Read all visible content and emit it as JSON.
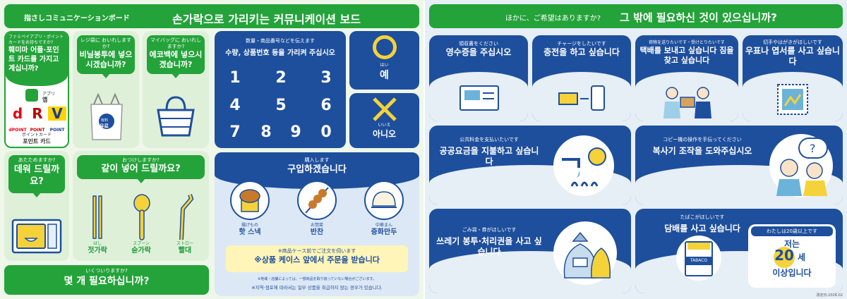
{
  "left": {
    "header": {
      "jp": "指さしコミュニケーションボード",
      "ko": "손가락으로 가리키는 커뮤니케이션 보드"
    },
    "points_card": {
      "jp": "ファミペイアプリ・ポイントカードをお持ちですか?",
      "ko": "훼미마 어플·포인트 카드를 가지고 계십니까?",
      "app_jp": "アプリ",
      "app_ko": "앱",
      "dpoint": "dPOINT",
      "rpoint": "POINT",
      "vpoint": "POINT",
      "pc_jp": "ポイントカード",
      "pc_ko": "포인트 카드"
    },
    "bag_card": {
      "jp": "レジ袋に おいれしますか?",
      "ko": "비닐봉투에 넣으시겠습니까?",
      "bag_jp": "有料",
      "bag_ko": "유료"
    },
    "mybag_card": {
      "jp": "マイバッグに おいれしますか?",
      "ko": "에코백에 넣으시겠습니까?"
    },
    "warm_card": {
      "jp": "あたためますか?",
      "ko": "데워 드릴까요?"
    },
    "utensils_card": {
      "jp": "おつけしますか?",
      "ko": "같이 넣어 드릴까요?",
      "items": [
        {
          "jp": "はし",
          "ko": "젓가락"
        },
        {
          "jp": "スプーン",
          "ko": "숟가락"
        },
        {
          "jp": "ストロー",
          "ko": "빨대"
        }
      ]
    },
    "howmany_card": {
      "jp": "いくついりますか?",
      "ko": "몇 개 필요하십니까?"
    },
    "numbers_card": {
      "jp": "数量・商品番号などを伝えます",
      "ko": "수량, 상품번호 등을 가리켜 주십시오",
      "digits": [
        "1",
        "2",
        "3",
        "4",
        "5",
        "6",
        "7",
        "8",
        "9",
        "0"
      ]
    },
    "yes": {
      "jp": "はい",
      "ko": "예"
    },
    "no": {
      "jp": "いいえ",
      "ko": "아니오"
    },
    "buy_card": {
      "jp": "購入します",
      "ko": "구입하겠습니다",
      "items": [
        {
          "jp": "揚げもの",
          "ko": "핫 스낵"
        },
        {
          "jp": "お惣菜",
          "ko": "반찬"
        },
        {
          "jp": "中華まん",
          "ko": "중화만두"
        }
      ],
      "case_jp": "※商品ケース前でご注文を伺います",
      "case_ko": "※상품 케이스 앞에서 주문을 받습니다",
      "note_jp": "※地域・店舗によっては、一部商品を取り扱っていない場合がございます。",
      "note_ko": "※지역·점포에 따라서는 일부 상품을 취급하지 않는 경우가 있습니다."
    }
  },
  "right": {
    "header": {
      "jp": "ほかに、ご希望はありますか?",
      "ko": "그 밖에 필요하신 것이 있으십니까?"
    },
    "cards": [
      {
        "jp": "領収書をください",
        "ko": "영수증을 주십시오"
      },
      {
        "jp": "チャージをしたいです",
        "ko": "충전을 하고 싶습니다"
      },
      {
        "jp": "荷物を送りたいです・受けとりたいです",
        "ko": "택배를 보내고 싶습니다 짐을 찾고 싶습니다"
      },
      {
        "jp": "切手やはがきがほしいです",
        "ko": "우표나 엽서를 사고 싶습니다"
      },
      {
        "jp": "公共料金を支払いたいです",
        "ko": "공공요금을 지불하고 싶습니다"
      },
      {
        "jp": "コピー機の操作を手伝ってください",
        "ko": "복사기 조작을 도와주십시오"
      },
      {
        "jp": "ごみ袋・券がほしいです",
        "ko": "쓰레기 봉투·처리권을 사고 싶습니다"
      },
      {
        "jp": "たばこがほしいです",
        "ko": "담배를 사고 싶습니다"
      }
    ],
    "age": {
      "jp": "わたしは20歳以上です",
      "pre": "저는",
      "num": "20",
      "unit": "세",
      "post": "이상입니다"
    },
    "tobacco_label": "TABACO",
    "revision": "改定日:2026.02"
  },
  "colors": {
    "green": "#24a33a",
    "light_green": "#dff0d9",
    "navy": "#1e4f9d",
    "light_blue": "#e6eef6",
    "yellow": "#f5d23a"
  }
}
